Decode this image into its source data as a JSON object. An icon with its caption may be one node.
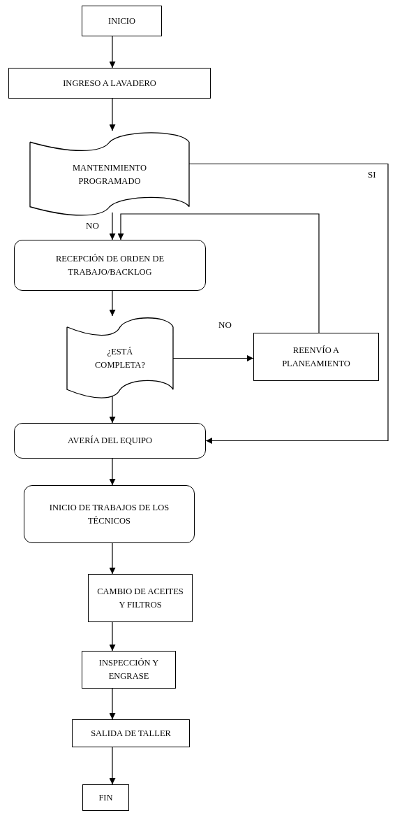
{
  "diagram": {
    "nodes": [
      {
        "text": [
          "INICIO"
        ]
      },
      {
        "text": [
          "INGRESO A LAVADERO"
        ]
      },
      {
        "text": [
          "MANTENIMIENTO PROGRAMADO"
        ]
      },
      {
        "text": [
          "RECEPCIÓN DE ORDEN DE TRABAJO/BACKLOG"
        ]
      },
      {
        "text": [
          "¿ESTÁ COMPLETA?"
        ]
      },
      {
        "text": [
          "REENVÍO A PLANEAMIENTO"
        ]
      },
      {
        "text": [
          "AVERÍA DEL EQUIPO"
        ]
      },
      {
        "text": [
          "INICIO DE TRABAJOS DE LOS TÉCNICOS"
        ]
      },
      {
        "text": [
          "CAMBIO DE ACEITES Y FILTROS"
        ]
      },
      {
        "text": [
          "INSPECCIÓN Y ENGRASE"
        ]
      },
      {
        "text": [
          "SALIDA DE TALLER"
        ]
      },
      {
        "text": [
          "FIN"
        ]
      }
    ],
    "edges": [
      {
        "from": 0,
        "to": 1,
        "arrow": "to"
      },
      {
        "from": 1,
        "to": 2,
        "arrow": "to"
      },
      {
        "from": 2,
        "to": 3,
        "arrow": "to",
        "label": "NO"
      },
      {
        "from": 3,
        "to": 4,
        "arrow": "to"
      },
      {
        "from": 4,
        "to": 5,
        "arrow": "to",
        "label": "NO"
      },
      {
        "from": 5,
        "to": 3,
        "arrow": "to"
      },
      {
        "from": 2,
        "to": 6,
        "arrow": "to",
        "label": "SI"
      },
      {
        "from": 4,
        "to": 6,
        "arrow": "to"
      },
      {
        "from": 6,
        "to": 7,
        "arrow": "to"
      },
      {
        "from": 7,
        "to": 8,
        "arrow": "to"
      },
      {
        "from": 8,
        "to": 9,
        "arrow": "to"
      },
      {
        "from": 9,
        "to": 10,
        "arrow": "to"
      },
      {
        "from": 10,
        "to": 11,
        "arrow": "to"
      }
    ]
  }
}
